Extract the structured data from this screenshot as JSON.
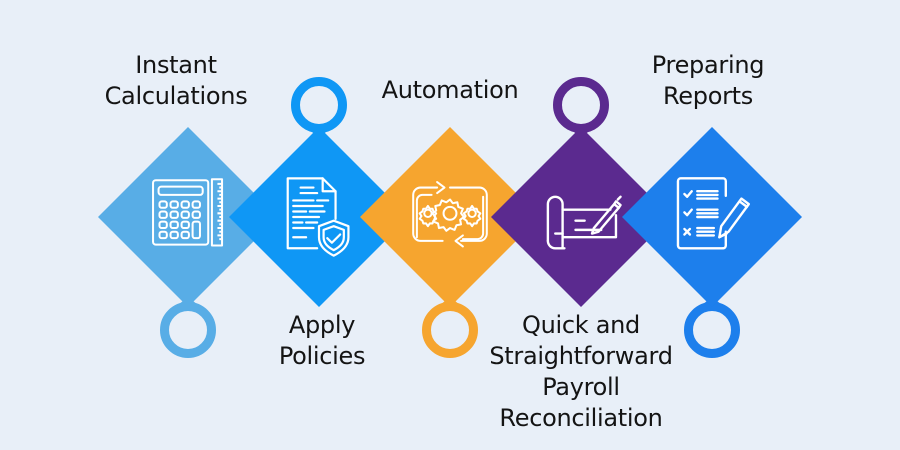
{
  "diagram": {
    "type": "process-flow",
    "background": "#e8eff8",
    "steps": [
      {
        "id": "instant-calculations",
        "label_lines": [
          "Instant",
          "Calculations"
        ],
        "label_position": "top",
        "connector_position": "bottom",
        "color": "#58ade6",
        "icon": "calculator-ruler-icon"
      },
      {
        "id": "apply-policies",
        "label_lines": [
          "Apply",
          "Policies"
        ],
        "label_position": "bottom",
        "connector_position": "top",
        "color": "#0f97f5",
        "icon": "document-shield-icon"
      },
      {
        "id": "automation",
        "label_lines": [
          "Automation"
        ],
        "label_position": "top",
        "connector_position": "bottom",
        "color": "#f6a52f",
        "icon": "gears-cycle-icon"
      },
      {
        "id": "payroll-reconciliation",
        "label_lines": [
          "Quick and",
          "Straightforward",
          "Payroll",
          "Reconciliation"
        ],
        "label_position": "bottom",
        "connector_position": "top",
        "color": "#5b2a8f",
        "icon": "cheque-pen-icon"
      },
      {
        "id": "preparing-reports",
        "label_lines": [
          "Preparing",
          "Reports"
        ],
        "label_position": "top",
        "connector_position": "bottom",
        "color": "#1d7fec",
        "icon": "checklist-pencil-icon"
      }
    ]
  }
}
